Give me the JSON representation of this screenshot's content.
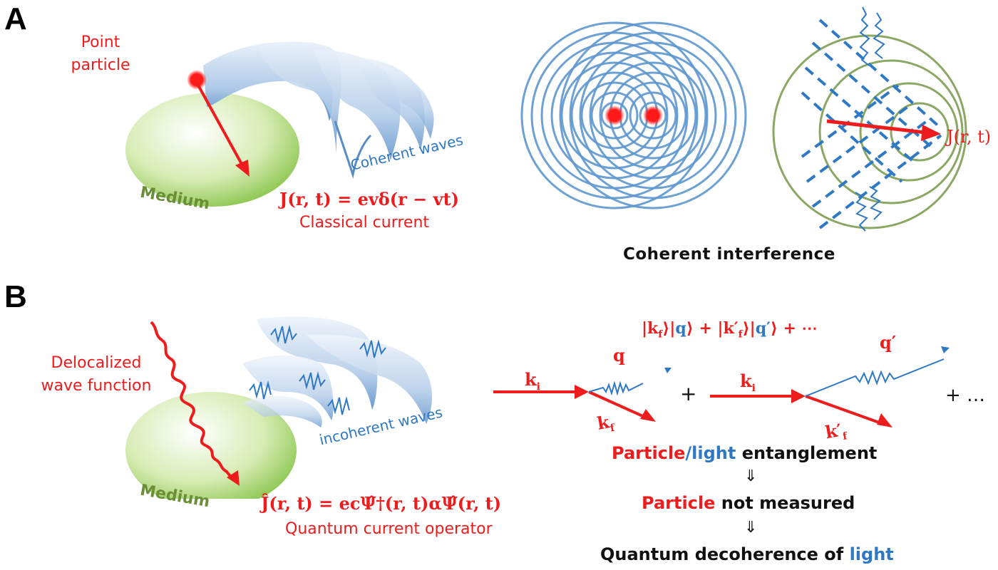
{
  "panel_a": {
    "letter": "A",
    "point_particle_line1": "Point",
    "point_particle_line2": "particle",
    "medium": "Medium",
    "coherent_waves": "Coherent waves",
    "equation": "J(r, t) = evδ(r − vt)",
    "classical_current": "Classical current",
    "current_label": "J(r, t)",
    "coherent_interference": "Coherent interference"
  },
  "panel_b": {
    "letter": "B",
    "delocalized_line1": "Delocalized",
    "delocalized_line2": "wave function",
    "medium": "Medium",
    "incoherent_waves": "incoherent waves",
    "equation": "Ĵ(r, t) = ecΨ̂†(r, t)αΨ̂(r, t)",
    "quantum_current": "Quantum current operator",
    "state_part1": "|k",
    "state_sub_f1": "f",
    "state_part2": "⟩|",
    "state_q": "q",
    "state_part3": "⟩ + |k′",
    "state_sub_f2": "f",
    "state_part4": "⟩|",
    "state_q2": "q′",
    "state_part5": "⟩ + ⋯",
    "k_i_1": "k",
    "k_i_sub": "i",
    "q_1": "q",
    "k_f_1": "k",
    "k_f_sub": "f",
    "plus_1": "+",
    "k_i_2": "k",
    "k_i_sub_2": "i",
    "q_2": "q′",
    "k_f_2": "k′",
    "k_f_sub_2": "f",
    "plus_more": "+ …",
    "entangle_particle": "Particle",
    "entangle_slash": "/",
    "entangle_light": "light",
    "entangle_rest": " entanglement",
    "arrow_1": "⇓",
    "notmeasured_particle": "Particle",
    "notmeasured_rest": " not measured",
    "arrow_2": "⇓",
    "decoherence_text": "Quantum decoherence of ",
    "decoherence_light": "light"
  },
  "colors": {
    "red": "#ee1c1c",
    "blue": "#2f78c4",
    "green": "#7cb342",
    "olive": "#7f9a4e"
  }
}
